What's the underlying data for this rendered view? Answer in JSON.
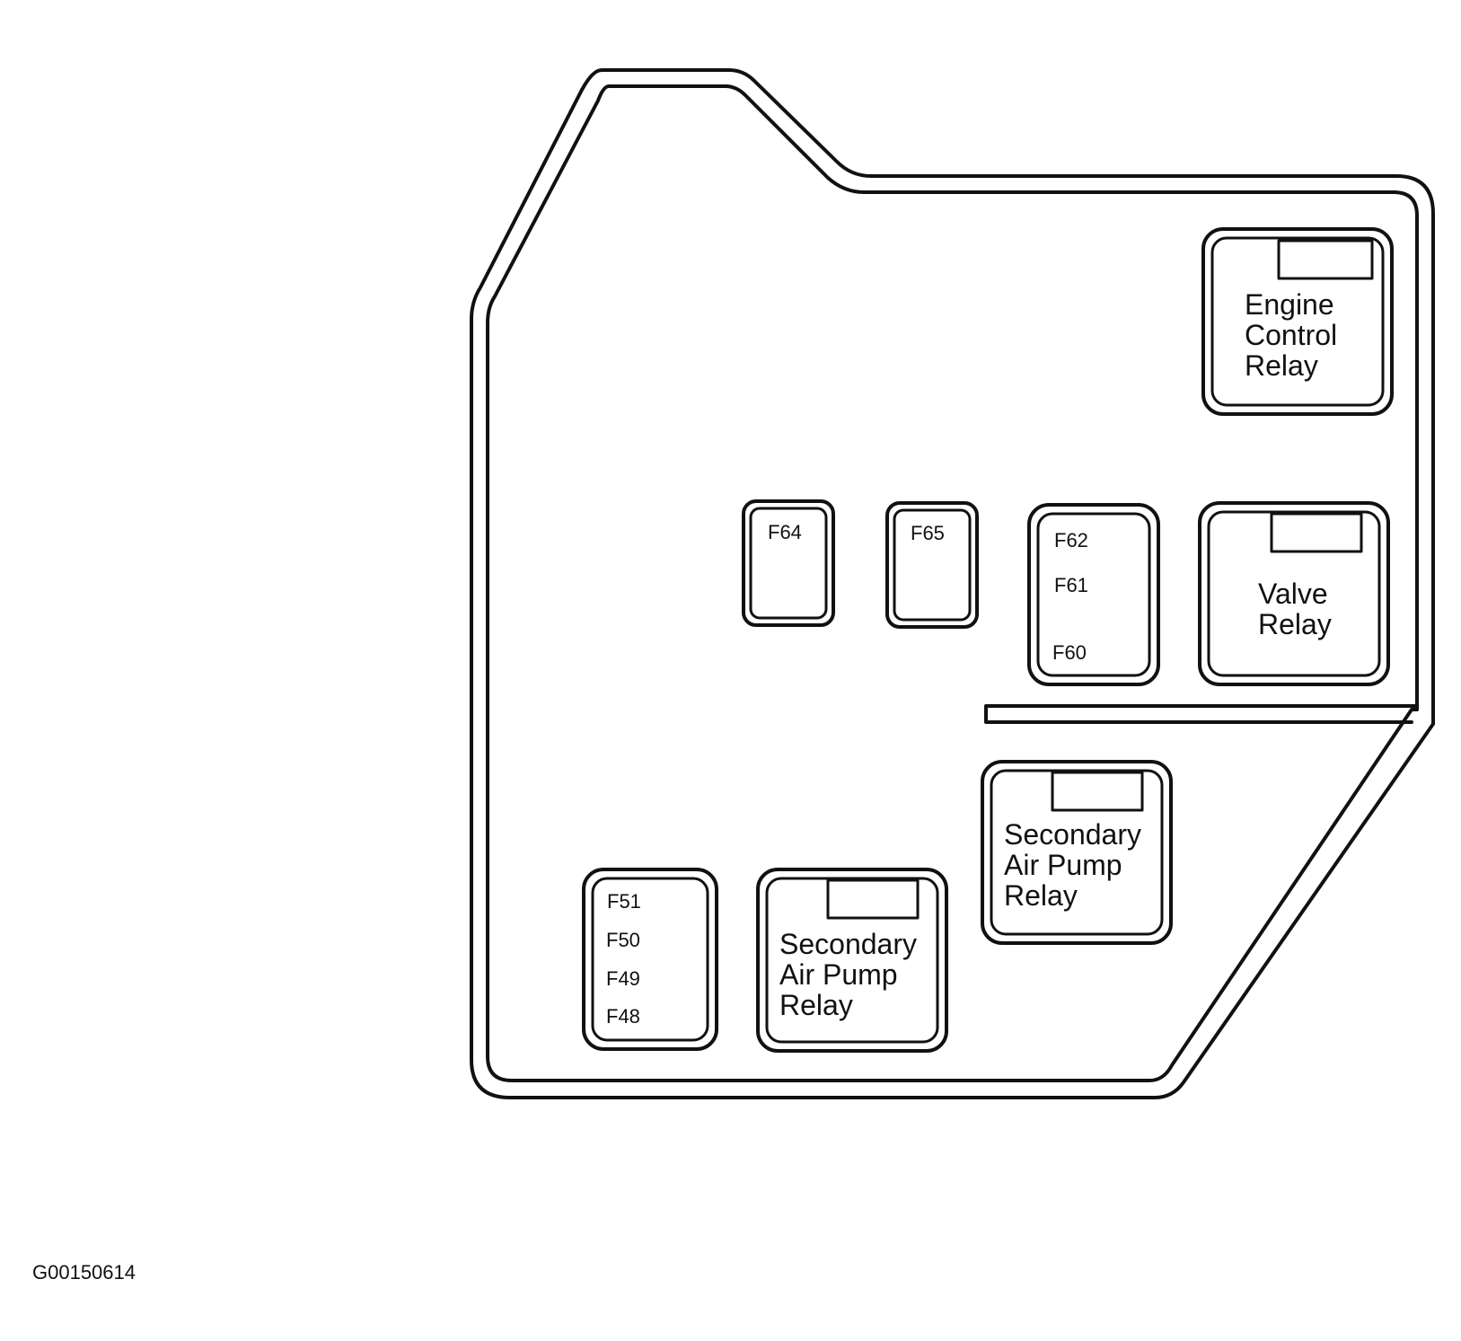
{
  "relays": {
    "engine_control": [
      "Engine",
      "Control",
      "Relay"
    ],
    "valve": [
      "Valve",
      "Relay"
    ],
    "sec_air_pump_right": [
      "Secondary",
      "Air Pump",
      "Relay"
    ],
    "sec_air_pump_left": [
      "Secondary",
      "Air Pump",
      "Relay"
    ]
  },
  "fuses": {
    "f64": "F64",
    "f65": "F65",
    "group_right": [
      "F62",
      "F61",
      "F60"
    ],
    "group_left": [
      "F51",
      "F50",
      "F49",
      "F48"
    ]
  },
  "figure_code": "G00150614"
}
